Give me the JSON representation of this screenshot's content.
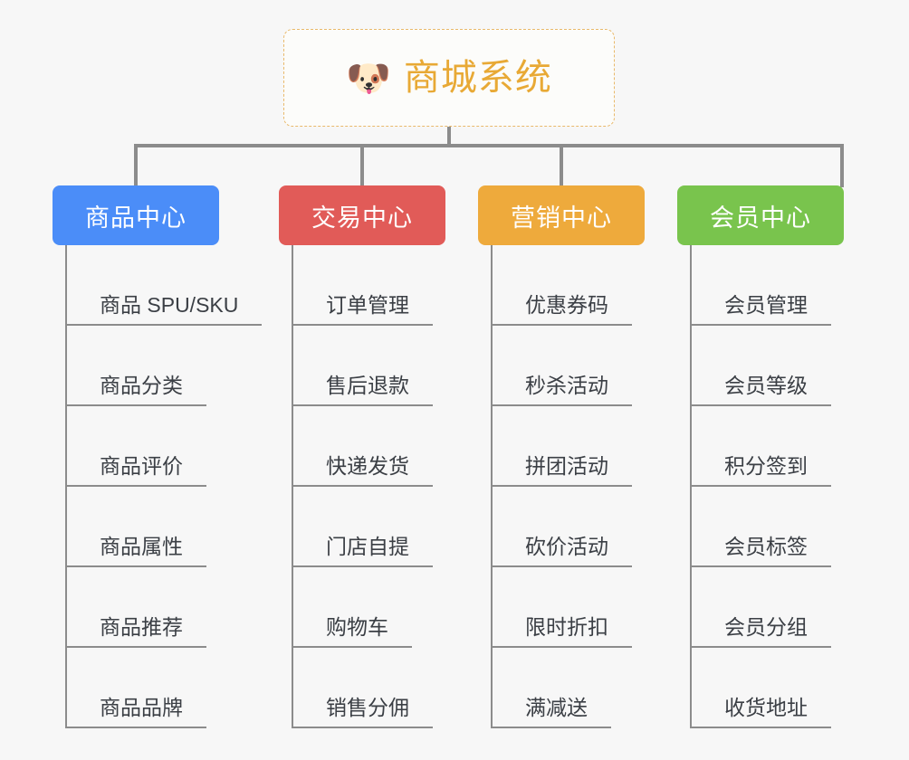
{
  "root": {
    "icon": "shiba-dog-face-emoji",
    "emoji": "🐶",
    "title": "商城系统",
    "title_color": "#e8a935",
    "border_color": "#e9b96b"
  },
  "colors": {
    "background": "#f7f7f7",
    "connector": "#8c8c8c",
    "item_text": "#3b3f45"
  },
  "branches": [
    {
      "label": "商品中心",
      "color": "#4b8df8",
      "items": [
        "商品 SPU/SKU",
        "商品分类",
        "商品评价",
        "商品属性",
        "商品推荐",
        "商品品牌"
      ]
    },
    {
      "label": "交易中心",
      "color": "#e15b58",
      "items": [
        "订单管理",
        "售后退款",
        "快递发货",
        "门店自提",
        "购物车",
        "销售分佣"
      ]
    },
    {
      "label": "营销中心",
      "color": "#eeaa3c",
      "items": [
        "优惠券码",
        "秒杀活动",
        "拼团活动",
        "砍价活动",
        "限时折扣",
        "满减送"
      ]
    },
    {
      "label": "会员中心",
      "color": "#79c44d",
      "items": [
        "会员管理",
        "会员等级",
        "积分签到",
        "会员标签",
        "会员分组",
        "收货地址"
      ]
    }
  ]
}
